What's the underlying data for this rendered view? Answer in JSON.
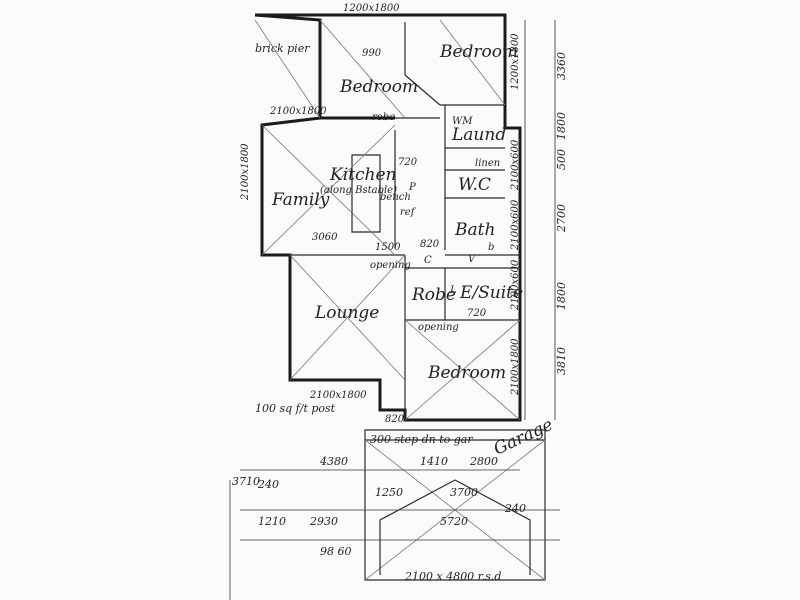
{
  "rooms": {
    "bedroom_top_right": "Bedroom",
    "bedroom_top_left": "Bedroom",
    "family": "Family",
    "kitchen": "Kitchen",
    "kitchen_note": "(along Bstable)",
    "laund": "Laund",
    "wc": "W.C",
    "bath": "Bath",
    "lounge": "Lounge",
    "robe": "Robe",
    "ensuite": "E/Suite",
    "bedroom_bottom": "Bedroom",
    "garage": "Garage"
  },
  "notes": {
    "brick_pier": "brick pier",
    "robe_label": "robe",
    "linen": "linen",
    "opening_1": "opening",
    "opening_2": "opening",
    "post": "100 sq f/t post",
    "step": "300 step dn to gar",
    "garage_door": "2100 x 4800 r.s.d",
    "wm": "WM",
    "c": "C",
    "p": "P",
    "ref": "ref",
    "bench": "bench",
    "b": "b",
    "v": "V",
    "l": "L"
  },
  "dimensions": {
    "top_window": "1200x1800",
    "top_w_1": "990",
    "win_family": "2100x1800",
    "win_family_side": "2100x1800",
    "right_win_1": "1200x1800",
    "right_win_2": "2100x600",
    "right_win_3": "2100x600",
    "right_win_4": "2100x600",
    "right_win_5": "2100x1800",
    "lounge_win": "2100x1800",
    "right_1": "3360",
    "right_2": "1800",
    "right_3": "500",
    "right_4": "2700",
    "right_5": "1800",
    "right_6": "3810",
    "left_1": "3710",
    "g_1": "4380",
    "g_2": "1410",
    "g_3": "2800",
    "g_4": "240",
    "g_5": "1250",
    "g_6": "3700",
    "g_7": "1210",
    "g_8": "2930",
    "g_9": "5720",
    "g_10": "240",
    "g_11": "98 60",
    "small_720": "720",
    "small_820": "820",
    "small_1500": "1500",
    "small_820b": "820",
    "small_720b": "720",
    "small_3060": "3060"
  }
}
